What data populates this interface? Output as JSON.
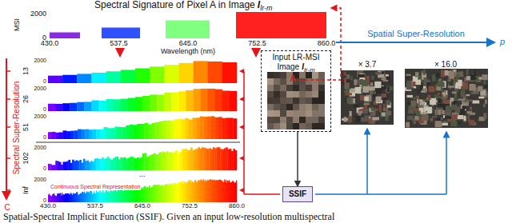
{
  "diagram": {
    "caption": "Spatial-Spectral Implicit Function (SSIF). Given an input low-resolution multispectral",
    "nodes": [
      {
        "text": [
          "Input LR-MSI Image",
          "I",
          "lr-m"
        ]
      },
      {
        "text": [
          "SSIF"
        ]
      }
    ],
    "edges": [
      {
        "from": 0,
        "to": 1,
        "arrow": "to"
      }
    ],
    "labels": [
      "Spectral Signature of Pixel A in Image",
      "I",
      "lr-m",
      "MSI",
      "2000",
      "0",
      "430.0",
      "537.5",
      "645.0",
      "752.5",
      "860.0",
      "Wavelength (nm)",
      "Spectral Super-Resolution",
      "13",
      "2000",
      "0",
      "26",
      "2000",
      "0",
      "51",
      "2000",
      "0",
      "102",
      "2000",
      "0",
      "...",
      "Inf",
      "2000",
      "0",
      "Continuous Spectral Representation",
      "430.0",
      "537.5",
      "645.0",
      "752.5",
      "860.0",
      "C",
      "A",
      "Spatial Super-Resolution",
      "× 3.7",
      "× 16.0",
      "p"
    ]
  }
}
